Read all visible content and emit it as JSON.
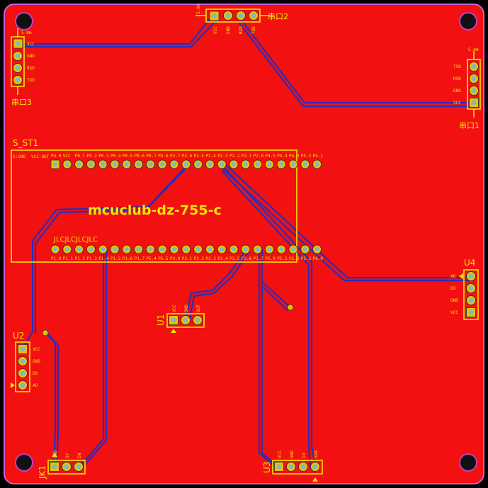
{
  "board": {
    "copper_color": "#f21010",
    "edge_color": "#d060d0",
    "silk_color": "#f5e400",
    "trace_color": "#2c2cb8"
  },
  "labels": {
    "s_st1": "S_ST1",
    "main_text": "mcuclub-dz-755-c",
    "jlc": "JLCJLCJLCJLC",
    "u1": "U1",
    "u2": "U2",
    "u3": "U3",
    "u4": "U4",
    "jk1": "JK1",
    "chuan2": "串口2",
    "chuan3": "串口3",
    "chuan1": "串口1",
    "sum_tag": "5.0m"
  },
  "pins": {
    "top_conn": [
      "VCC",
      "GND",
      "RXD",
      "TXD"
    ],
    "left_conn": [
      "VCC",
      "GND",
      "RXD",
      "TXD"
    ],
    "right_conn": [
      "TXD",
      "RXD",
      "GND",
      "VCC"
    ],
    "u1": [
      "VCC",
      "GND",
      "OUT"
    ],
    "u2": [
      "VCC",
      "GND",
      "DO",
      "AO"
    ],
    "u3": [
      "VCC",
      "GND",
      "IO",
      "SDA"
    ],
    "u4": [
      "AO",
      "DO",
      "GND",
      "VCC"
    ],
    "jk1": [
      "GND",
      "5V",
      "IN"
    ],
    "mcu_top": [
      "P4.0",
      "VCC",
      "P0.1",
      "P0.2",
      "P0.3",
      "P0.4",
      "P0.5",
      "P0.6",
      "P0.7",
      "P4.6",
      "P2.7",
      "P2.6",
      "P2.5",
      "P2.4",
      "P2.3",
      "P2.2",
      "P2.1",
      "P2.0",
      "P4.5",
      "P4.4",
      "P4.3",
      "P4.2",
      "P4.1"
    ],
    "mcu_top_left": [
      "S:GND",
      "VCC:OUT"
    ],
    "mcu_bottom": [
      "P1.0",
      "P1.1",
      "P1.2",
      "P1.3",
      "P1.4",
      "P1.5",
      "P1.6",
      "P1.7",
      "P5.4",
      "P5.5",
      "P3.0",
      "P3.1",
      "P3.2",
      "P3.3",
      "P3.4",
      "P3.5",
      "P3.6",
      "P3.7",
      "P5.0",
      "P5.1",
      "P5.2",
      "P5.3",
      "P6.0"
    ]
  }
}
